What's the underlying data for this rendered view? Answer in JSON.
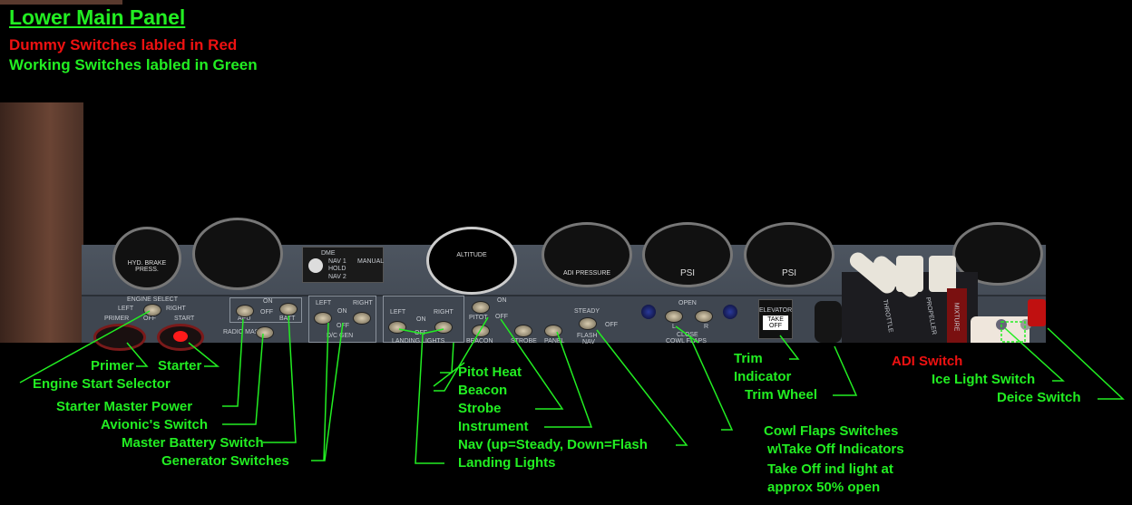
{
  "header": {
    "title": "Lower Main Panel",
    "dummy_note": "Dummy Switches labled in Red",
    "working_note": "Working Switches labled in Green"
  },
  "colors": {
    "working": "#22ee22",
    "dummy": "#ee1111"
  },
  "panel": {
    "gauges": {
      "hyd": "HYD. BRAKE PRESS.",
      "alt": "ALTITUDE",
      "adi": "ADI PRESSURE",
      "psi1": "PSI",
      "psi2": "PSI"
    },
    "engine_select": "ENGINE SELECT",
    "left": "LEFT",
    "right": "RIGHT",
    "off": "OFF",
    "on": "ON",
    "primer": "PRIMER",
    "start": "START",
    "apu": "APU",
    "batt": "BATT",
    "radio_master": "RADIO MASTER",
    "dc_gen": "D/C GEN",
    "landing_lights": "LANDING LIGHTS",
    "pitot": "PITOT",
    "beacon": "BEACON",
    "strobe": "STROBE",
    "panel": "PANEL",
    "steady": "STEADY",
    "flash": "FLASH",
    "nav": "NAV",
    "open": "OPEN",
    "l": "L",
    "r": "R",
    "close": "CLOSE",
    "cowl_flaps": "COWL FLAPS",
    "elevator": "ELEVATOR",
    "take_off": "TAKE OFF",
    "dme": "DME",
    "nav1": "NAV 1",
    "hold": "HOLD",
    "nav2": "NAV 2",
    "manual": "MANUAL",
    "throttle": "THROTTLE",
    "propeller": "PROPELLER",
    "mixture": "MIXTURE"
  },
  "annotations": {
    "primer": "Primer",
    "starter": "Starter",
    "engine_start_selector": "Engine Start Selector",
    "starter_master_power": "Starter Master Power",
    "avionics": "Avionic's Switch",
    "master_battery": "Master Battery Switch",
    "generator": "Generator Switches",
    "pitot_heat": "Pitot Heat",
    "beacon": "Beacon",
    "strobe": "Strobe",
    "instrument": "Instrument",
    "nav": "Nav (up=Steady, Down=Flash",
    "landing_lights": "Landing Lights",
    "trim": "Trim",
    "indicator": "Indicator",
    "trim_wheel": "Trim Wheel",
    "adi_switch": "ADI Switch",
    "ice_light": "Ice Light Switch",
    "deice": "Deice Switch",
    "cowl1": "Cowl Flaps Switches",
    "cowl2": "w\\Take Off Indicators",
    "cowl3": "Take Off ind light at",
    "cowl4": "approx 50% open"
  }
}
